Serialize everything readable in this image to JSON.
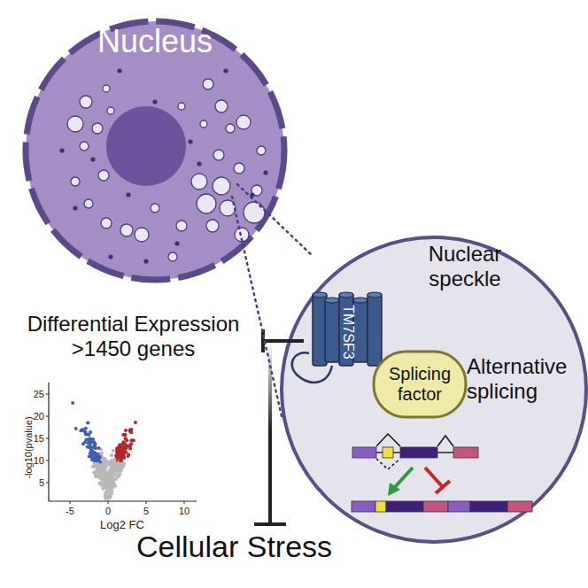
{
  "diagram": {
    "nodes": [
      {
        "text": [
          "Nucleus"
        ]
      },
      {
        "text": [
          "Nuclear speckle",
          "Alternative splicing"
        ]
      },
      {
        "text": [
          "TM7SF3"
        ],
        "in": 1
      },
      {
        "text": [
          "Splicing factor"
        ],
        "in": 1
      },
      {
        "text": [
          "Differential Expression >1450 genes"
        ]
      },
      {
        "text": [
          "Cellular Stress"
        ]
      }
    ],
    "edges": [
      {
        "from": 2,
        "to": 4,
        "arrow": "to"
      },
      {
        "from": 2,
        "to": 5,
        "arrow": "to"
      }
    ],
    "labels": [
      "-log10(pvalue)",
      "25",
      "20",
      "15",
      "10",
      "5",
      "-5",
      "0",
      "5",
      "10",
      "Log2 FC"
    ]
  }
}
